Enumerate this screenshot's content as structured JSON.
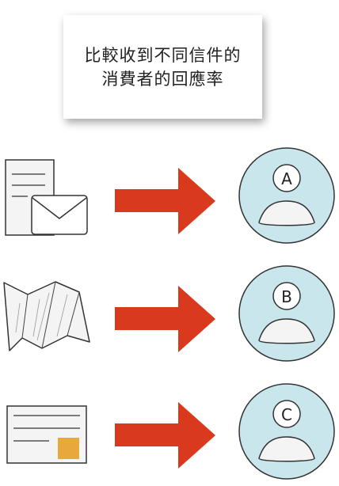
{
  "title": {
    "line1": "比較收到不同信件的",
    "line2": "消費者的回應率"
  },
  "rows": [
    {
      "source_icon": "letter-with-envelope-icon",
      "consumer_label": "A"
    },
    {
      "source_icon": "folded-brochure-icon",
      "consumer_label": "B"
    },
    {
      "source_icon": "postcard-icon",
      "consumer_label": "C"
    }
  ],
  "colors": {
    "arrow": "#d93a1e",
    "consumer_circle": "#c9e6ec",
    "outline": "#333333",
    "paper": "#f4f4f4",
    "stamp": "#e8a93c"
  }
}
